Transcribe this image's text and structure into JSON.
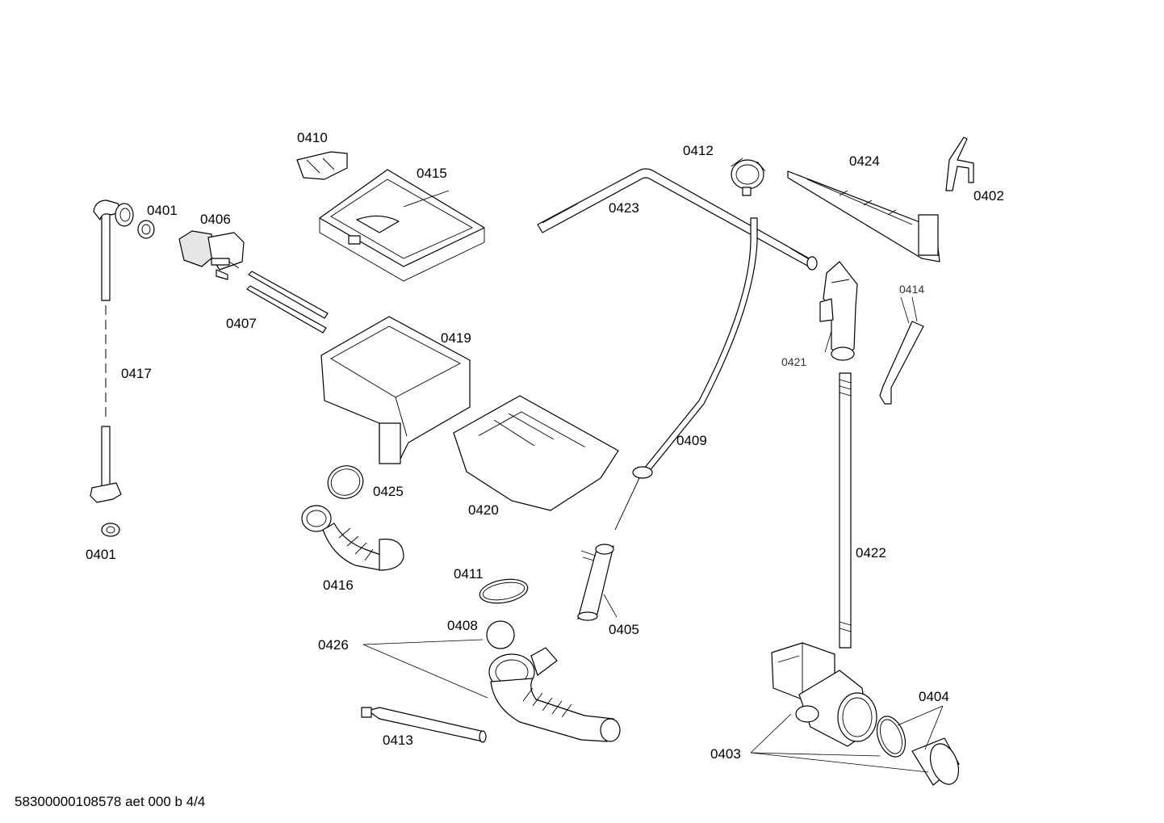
{
  "labels": {
    "p0401a": "0401",
    "p0401b": "0401",
    "p0402": "0402",
    "p0403": "0403",
    "p0404": "0404",
    "p0405": "0405",
    "p0406": "0406",
    "p0407": "0407",
    "p0408": "0408",
    "p0409": "0409",
    "p0410": "0410",
    "p0411": "0411",
    "p0412": "0412",
    "p0413": "0413",
    "p0414": "0414",
    "p0415": "0415",
    "p0416": "0416",
    "p0417": "0417",
    "p0419": "0419",
    "p0420": "0420",
    "p0421": "0421",
    "p0422": "0422",
    "p0423": "0423",
    "p0424": "0424",
    "p0425": "0425",
    "p0426": "0426"
  },
  "footer": {
    "document_code": "58300000108578 aet 000 b 4/4"
  }
}
